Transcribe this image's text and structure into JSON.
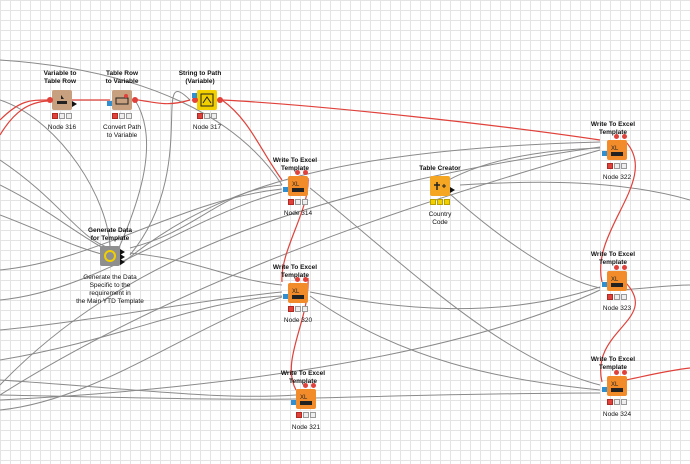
{
  "nodes": {
    "variable_to_table_row": {
      "title": [
        "Variable to",
        "Table Row"
      ],
      "label": [
        "Node 316"
      ]
    },
    "table_row_to_variable": {
      "title": [
        "Table Row",
        "to Variable"
      ],
      "label": [
        "Convert Path",
        "to Variable"
      ]
    },
    "string_to_path": {
      "title": [
        "String to Path",
        "(Variable)"
      ],
      "label": [
        "Node 317"
      ]
    },
    "write_excel_314": {
      "title": [
        "Write To Excel",
        "Template"
      ],
      "label": [
        "Node 314"
      ]
    },
    "write_excel_320": {
      "title": [
        "Write To Excel",
        "Template"
      ],
      "label": [
        "Node 320"
      ]
    },
    "write_excel_321": {
      "title": [
        "Write To Excel",
        "Template"
      ],
      "label": [
        "Node 321"
      ]
    },
    "generate_data": {
      "title": [
        "Generate Data",
        "for Template"
      ],
      "label": [
        "Generate the Data",
        "Specific to the",
        "requirement in",
        "the Main YTD Template"
      ]
    },
    "table_creator": {
      "title": [
        "Table Creator"
      ],
      "label": [
        "Country",
        "Code"
      ]
    },
    "write_excel_322": {
      "title": [
        "Write To Excel",
        "Template"
      ],
      "label": [
        "Node 322"
      ]
    },
    "write_excel_323": {
      "title": [
        "Write To Excel",
        "Template"
      ],
      "label": [
        "Node 323"
      ]
    },
    "write_excel_324": {
      "title": [
        "Write To Excel",
        "Template"
      ],
      "label": [
        "Node 324"
      ]
    }
  },
  "colors": {
    "manipulator": "#c7a07f",
    "excel_writer": "#f28c2b",
    "source": "#f5a623",
    "flow_variable": "#f2d000",
    "metanode": "#8f8f8f",
    "flow_connection": "#e0413a",
    "data_connection": "#8a8a8a"
  }
}
